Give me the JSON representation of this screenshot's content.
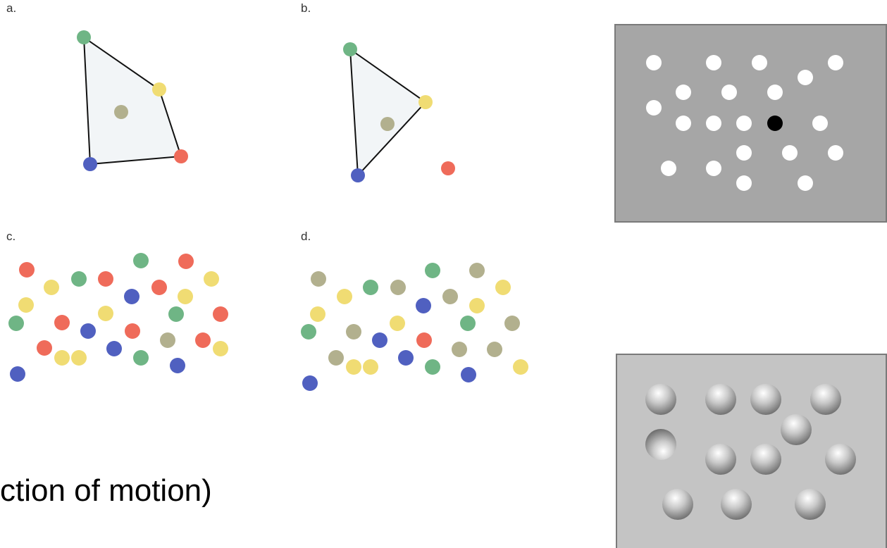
{
  "labels": {
    "a": "a.",
    "b": "b.",
    "c": "c.",
    "d": "d."
  },
  "caption": "ction of motion)",
  "colors": {
    "red": "#ef6b5a",
    "yellow": "#f0dc73",
    "green": "#6fb585",
    "blue": "#5060c0",
    "olive": "#b2b08e",
    "dark_box": "#a6a6a6",
    "light_box": "#c4c4c4",
    "white_dot": "#ffffff",
    "target_dot": "#000000"
  },
  "panels": {
    "a": {
      "dots": [
        "green",
        "yellow",
        "olive",
        "blue",
        "red"
      ],
      "outline": "quadrilateral"
    },
    "b": {
      "dots": [
        "green",
        "yellow",
        "olive",
        "blue",
        "red"
      ],
      "outline": "triangle"
    },
    "c": {
      "dot_colors": [
        "red",
        "yellow",
        "green",
        "blue"
      ]
    },
    "d": {
      "dot_colors": [
        "olive",
        "yellow",
        "green",
        "blue",
        "red"
      ]
    }
  },
  "search_displays": {
    "flat": {
      "distractor": "white disc",
      "target": "black disc"
    },
    "shaded": {
      "distractor": "sphere lit from above",
      "target": "sphere lit from below"
    }
  }
}
